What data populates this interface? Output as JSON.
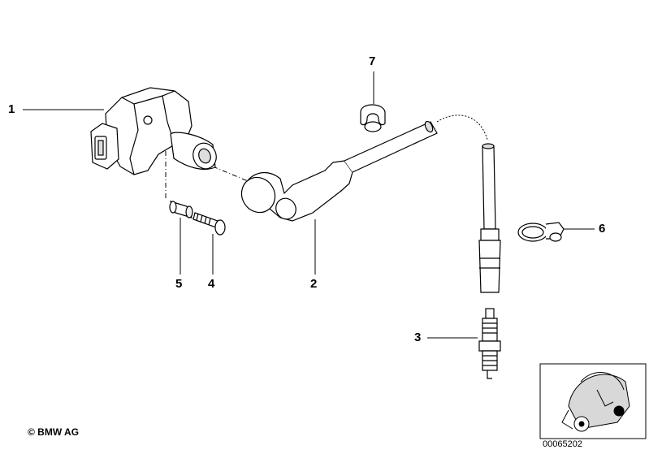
{
  "callouts": [
    {
      "id": "1",
      "label": "1"
    },
    {
      "id": "2",
      "label": "2"
    },
    {
      "id": "3",
      "label": "3"
    },
    {
      "id": "4",
      "label": "4"
    },
    {
      "id": "5",
      "label": "5"
    },
    {
      "id": "6",
      "label": "6"
    },
    {
      "id": "7",
      "label": "7"
    }
  ],
  "footer": {
    "copyright": "© BMW AG",
    "part_number": "00065202"
  },
  "colors": {
    "line": "#000000",
    "shade": "#c8c8c8",
    "marker": "#000000"
  }
}
